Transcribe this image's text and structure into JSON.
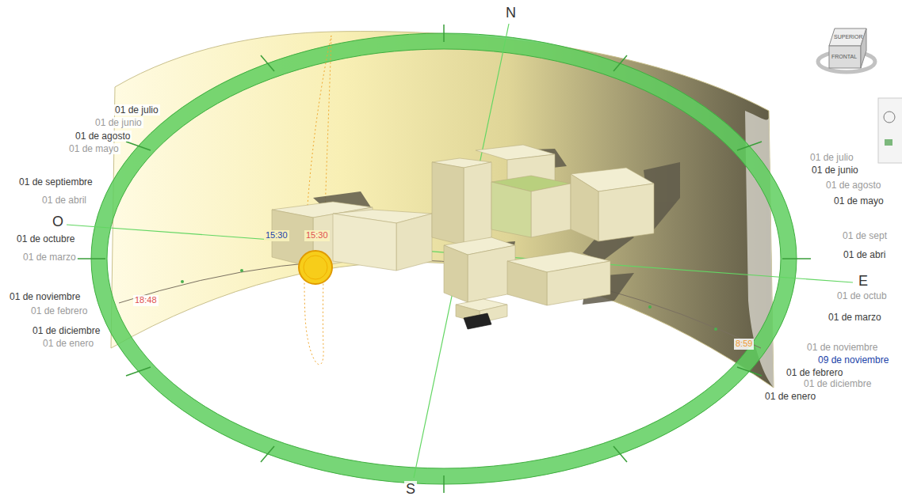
{
  "diagram": {
    "labels": [
      "01 de julio",
      "01 de junio",
      "01 de agosto",
      "01 de mayo",
      "01 de septiembre",
      "01 de abril",
      "O",
      "01 de octubre",
      "01 de marzo",
      "01 de noviembre",
      "01 de febrero",
      "01 de diciembre",
      "01 de enero",
      "N",
      "S",
      "E",
      "01 de julio",
      "01 de junio",
      "01 de agosto",
      "01 de mayo",
      "01 de sept",
      "01 de abri",
      "01 de octub",
      "01 de marzo",
      "01 de noviembre",
      "09 de noviembre",
      "01 de febrero",
      "01 de diciembre",
      "01 de enero",
      "15:30",
      "15:30",
      "18:48",
      "8:59",
      "SUPERIOR",
      "FRONTAL"
    ]
  }
}
